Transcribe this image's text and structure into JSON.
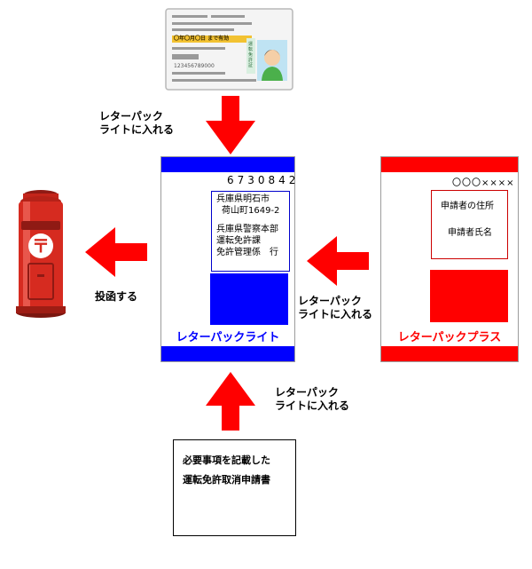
{
  "license_card": {
    "expiry": "〇年〇月〇日 まで有効",
    "number": "123456789000",
    "side_text": "運転免許証"
  },
  "arrow_labels": {
    "top": "レターパック\nライトに入れる",
    "right": "レターパック\nライトに入れる",
    "bottom": "レターパック\nライトに入れる",
    "left": "投函する"
  },
  "letterpack_light": {
    "postal_code": "6730842",
    "address_lines": [
      "兵庫県明石市",
      "荷山町1649-2"
    ],
    "recipient_lines": [
      "兵庫県警察本部",
      "運転免許課",
      "免許管理係　行"
    ],
    "label": "レターパックライト",
    "color": "#0000ff"
  },
  "letterpack_plus": {
    "sender_mark": "〇〇〇××××",
    "applicant_address": "申請者の住所",
    "applicant_name": "申請者氏名",
    "label": "レターパックプラス",
    "color": "#ff0000"
  },
  "document": {
    "lines": [
      "必要事項を記載した",
      "運転免許取消申請書"
    ]
  },
  "postbox": {
    "mark": "〒",
    "color": "#d62b20"
  }
}
